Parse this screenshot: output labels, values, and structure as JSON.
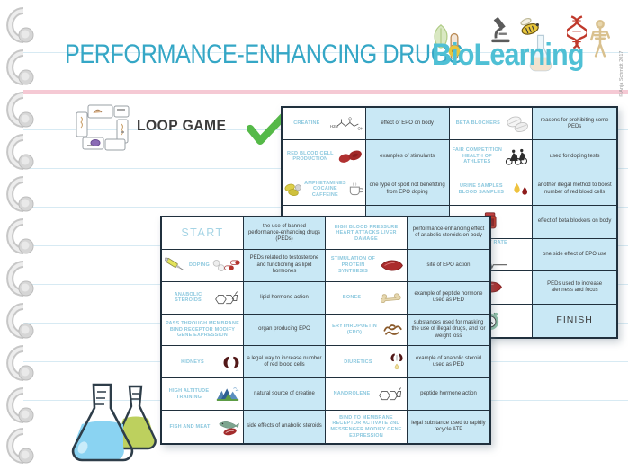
{
  "header": {
    "title": "PERFORMANCE-ENHANCING DRUGS",
    "logo_bio": "Bio",
    "logo_learning": "Learning",
    "copyright": "© Anja Schmidt 2017"
  },
  "loop_game": {
    "label": "LOOP GAME"
  },
  "colors": {
    "accent_teal": "#35a7c6",
    "logo_teal": "#4fc0d5",
    "question_cell_bg": "#c9e8f5",
    "term_text": "#8cc8de",
    "cell_border": "#20303d",
    "check_green": "#55b948",
    "rule_blue": "#d7eaf3",
    "rule_pink": "#f5c9d4"
  },
  "upper_table": {
    "rows": [
      {
        "cells": [
          {
            "type": "term",
            "text": "CREATINE",
            "icon": "creatine-molecule-icon"
          },
          {
            "type": "question",
            "text": "effect of EPO on body"
          },
          {
            "type": "term",
            "text": "BETA BLOCKERS",
            "icon": "white-pills-icon"
          },
          {
            "type": "question",
            "text": "reasons for prohibiting some PEDs"
          }
        ]
      },
      {
        "cells": [
          {
            "type": "term",
            "text": "RED BLOOD CELL PRODUCTION",
            "icon": "red-blood-cells-icon"
          },
          {
            "type": "question",
            "text": "examples of stimulants"
          },
          {
            "type": "term",
            "text": "FAIR COMPETITION HEALTH OF ATHLETES",
            "icon": "cyclists-icon"
          },
          {
            "type": "question",
            "text": "used for doping tests"
          }
        ]
      },
      {
        "cells": [
          {
            "type": "term",
            "text": "AMPHETAMINES COCAINE CAFFEINE",
            "icon_left": "yellow-pills-icon",
            "icon": "coffee-cup-icon"
          },
          {
            "type": "question",
            "text": "one type of sport not benefitting from EPO doping"
          },
          {
            "type": "term",
            "text": "URINE SAMPLES BLOOD SAMPLES",
            "icon": "sample-drops-icon"
          },
          {
            "type": "question",
            "text": "another illegal method to boost number of red blood cells"
          }
        ]
      },
      {
        "cells": [
          {
            "type": "empty"
          },
          {
            "type": "question",
            "text": ""
          },
          {
            "type": "term",
            "text": "",
            "icon": "blood-bag-icon"
          },
          {
            "type": "question",
            "text": "effect of beta blockers on body"
          }
        ]
      },
      {
        "cells": [
          {
            "type": "empty"
          },
          {
            "type": "question",
            "text": ""
          },
          {
            "type": "term",
            "text": "HEART RATE",
            "icon": "ecg-icon",
            "layout": "col"
          },
          {
            "type": "question",
            "text": "one side effect of EPO use"
          }
        ]
      },
      {
        "cells": [
          {
            "type": "empty"
          },
          {
            "type": "question",
            "text": ""
          },
          {
            "type": "term",
            "text": "",
            "icon": "muscle-icon"
          },
          {
            "type": "question",
            "text": "PEDs used to increase alertness and focus"
          }
        ]
      },
      {
        "cells": [
          {
            "type": "empty"
          },
          {
            "type": "question",
            "text": ""
          },
          {
            "type": "term",
            "text": "",
            "icon": "alarm-clock-icon"
          },
          {
            "type": "finish",
            "text": "FINISH"
          }
        ]
      }
    ]
  },
  "lower_table": {
    "rows": [
      {
        "cells": [
          {
            "type": "start",
            "text": "START"
          },
          {
            "type": "question",
            "text": "the use of banned performance-enhancing drugs (PEDs)"
          },
          {
            "type": "term",
            "text": "HIGH BLOOD PRESSURE HEART ATTACKS LIVER DAMAGE"
          },
          {
            "type": "question",
            "text": "performance-enhancing effect of anabolic steroids on body"
          }
        ]
      },
      {
        "cells": [
          {
            "type": "term",
            "text": "DOPING",
            "icon_left": "syringe-icon",
            "icon": "pills-capsules-icon"
          },
          {
            "type": "question",
            "text": "PEDs related to testosterone and functioning as lipid hormones"
          },
          {
            "type": "term",
            "text": "STIMULATION OF PROTEIN SYNTHESIS",
            "icon": "muscle-icon"
          },
          {
            "type": "question",
            "text": "site of EPO action"
          }
        ]
      },
      {
        "cells": [
          {
            "type": "term",
            "text": "ANABOLIC STEROIDS",
            "icon": "steroid-molecule-icon"
          },
          {
            "type": "question",
            "text": "lipid hormone action"
          },
          {
            "type": "term",
            "text": "BONES",
            "icon": "bone-icon"
          },
          {
            "type": "question",
            "text": "example of peptide hormone used as PED"
          }
        ]
      },
      {
        "cells": [
          {
            "type": "term",
            "text": "PASS THROUGH MEMBRANE BIND RECEPTOR MODIFY GENE EXPRESSION"
          },
          {
            "type": "question",
            "text": "organ producing EPO"
          },
          {
            "type": "term",
            "text": "ERYTHROPOETIN (EPO)",
            "icon": "protein-epo-icon"
          },
          {
            "type": "question",
            "text": "substances used for masking the use of illegal drugs, and for weight loss"
          }
        ]
      },
      {
        "cells": [
          {
            "type": "term",
            "text": "KIDNEYS",
            "icon": "kidneys-icon"
          },
          {
            "type": "question",
            "text": "a legal way to increase number of red blood cells"
          },
          {
            "type": "term",
            "text": "DIURETICS",
            "icon": "diuretics-icon"
          },
          {
            "type": "question",
            "text": "example of anabolic steroid used as PED"
          }
        ]
      },
      {
        "cells": [
          {
            "type": "term",
            "text": "HIGH ALTITUDE TRAINING",
            "icon": "mountains-icon"
          },
          {
            "type": "question",
            "text": "natural source of creatine"
          },
          {
            "type": "term",
            "text": "NANDROLENE",
            "icon": "steroid-molecule-icon"
          },
          {
            "type": "question",
            "text": "peptide hormone action"
          }
        ]
      },
      {
        "cells": [
          {
            "type": "term",
            "text": "FISH AND MEAT",
            "icon": "fish-meat-icon"
          },
          {
            "type": "question",
            "text": "side effects of anabolic steroids"
          },
          {
            "type": "term",
            "text": "BIND TO MEMBRANE RECEPTOR ACTIVATE 2ND MESSENGER MODIFY GENE EXPRESSION"
          },
          {
            "type": "question",
            "text": "legal substance used to rapidly recycle ATP"
          }
        ]
      }
    ]
  }
}
